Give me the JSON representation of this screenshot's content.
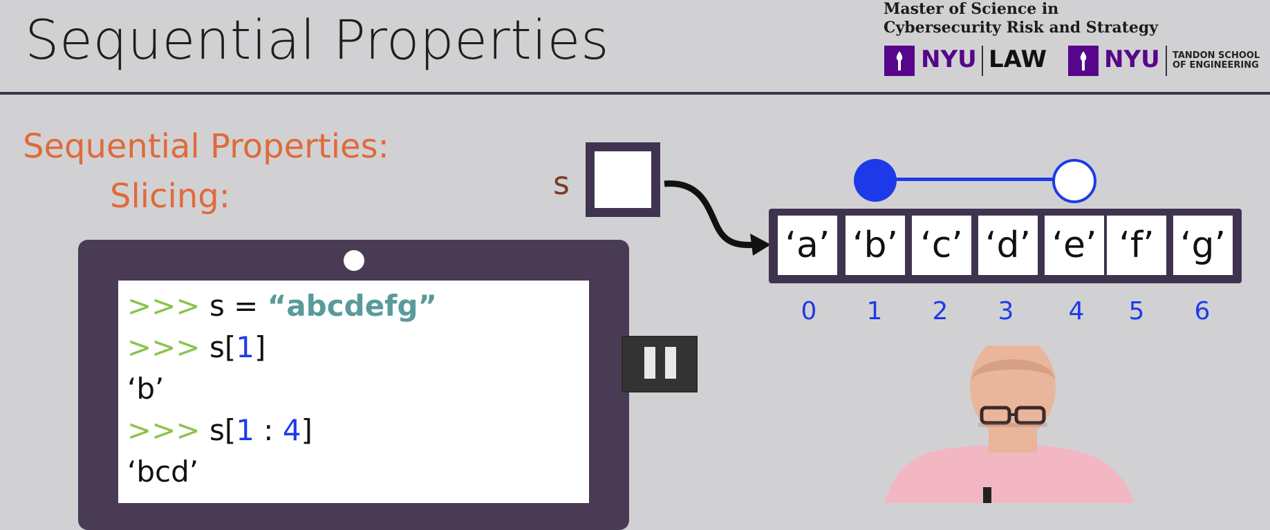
{
  "header": {
    "title": "Sequential Properties",
    "branding": {
      "line1": "Master of Science in",
      "line2": "Cybersecurity Risk and Strategy",
      "nyu1": "NYU",
      "law": "LAW",
      "nyu2": "NYU",
      "tandon_line1": "TANDON SCHOOL",
      "tandon_line2": "OF ENGINEERING"
    }
  },
  "section": {
    "line1": "Sequential Properties:",
    "line2": "Slicing:"
  },
  "diagram": {
    "variable_name": "s",
    "cells": [
      "‘a’",
      "‘b’",
      "‘c’",
      "‘d’",
      "‘e’",
      "‘f’",
      "‘g’"
    ],
    "indices": [
      "0",
      "1",
      "2",
      "3",
      "4",
      "5",
      "6"
    ]
  },
  "code": {
    "prompt": ">>>",
    "l1_stmt": "s = ",
    "l1_str": "“abcdefg”",
    "l2_pre": "s[",
    "l2_num": "1",
    "l2_post": "]",
    "l3_out": "‘b’",
    "l4_pre": "s[",
    "l4_num1": "1",
    "l4_sep": " : ",
    "l4_num2": "4",
    "l4_post": "]",
    "l5_out": "‘bcd’"
  },
  "colors": {
    "accent_orange": "#e06a3a",
    "index_blue": "#1e3ae8",
    "frame_purple": "#3f3450",
    "nyu_purple": "#57068c",
    "prompt_green": "#8bc34a",
    "string_teal": "#5a9a9a"
  },
  "icons": {
    "pause": "pause-icon",
    "nyu_torch": "nyu-torch-icon"
  }
}
